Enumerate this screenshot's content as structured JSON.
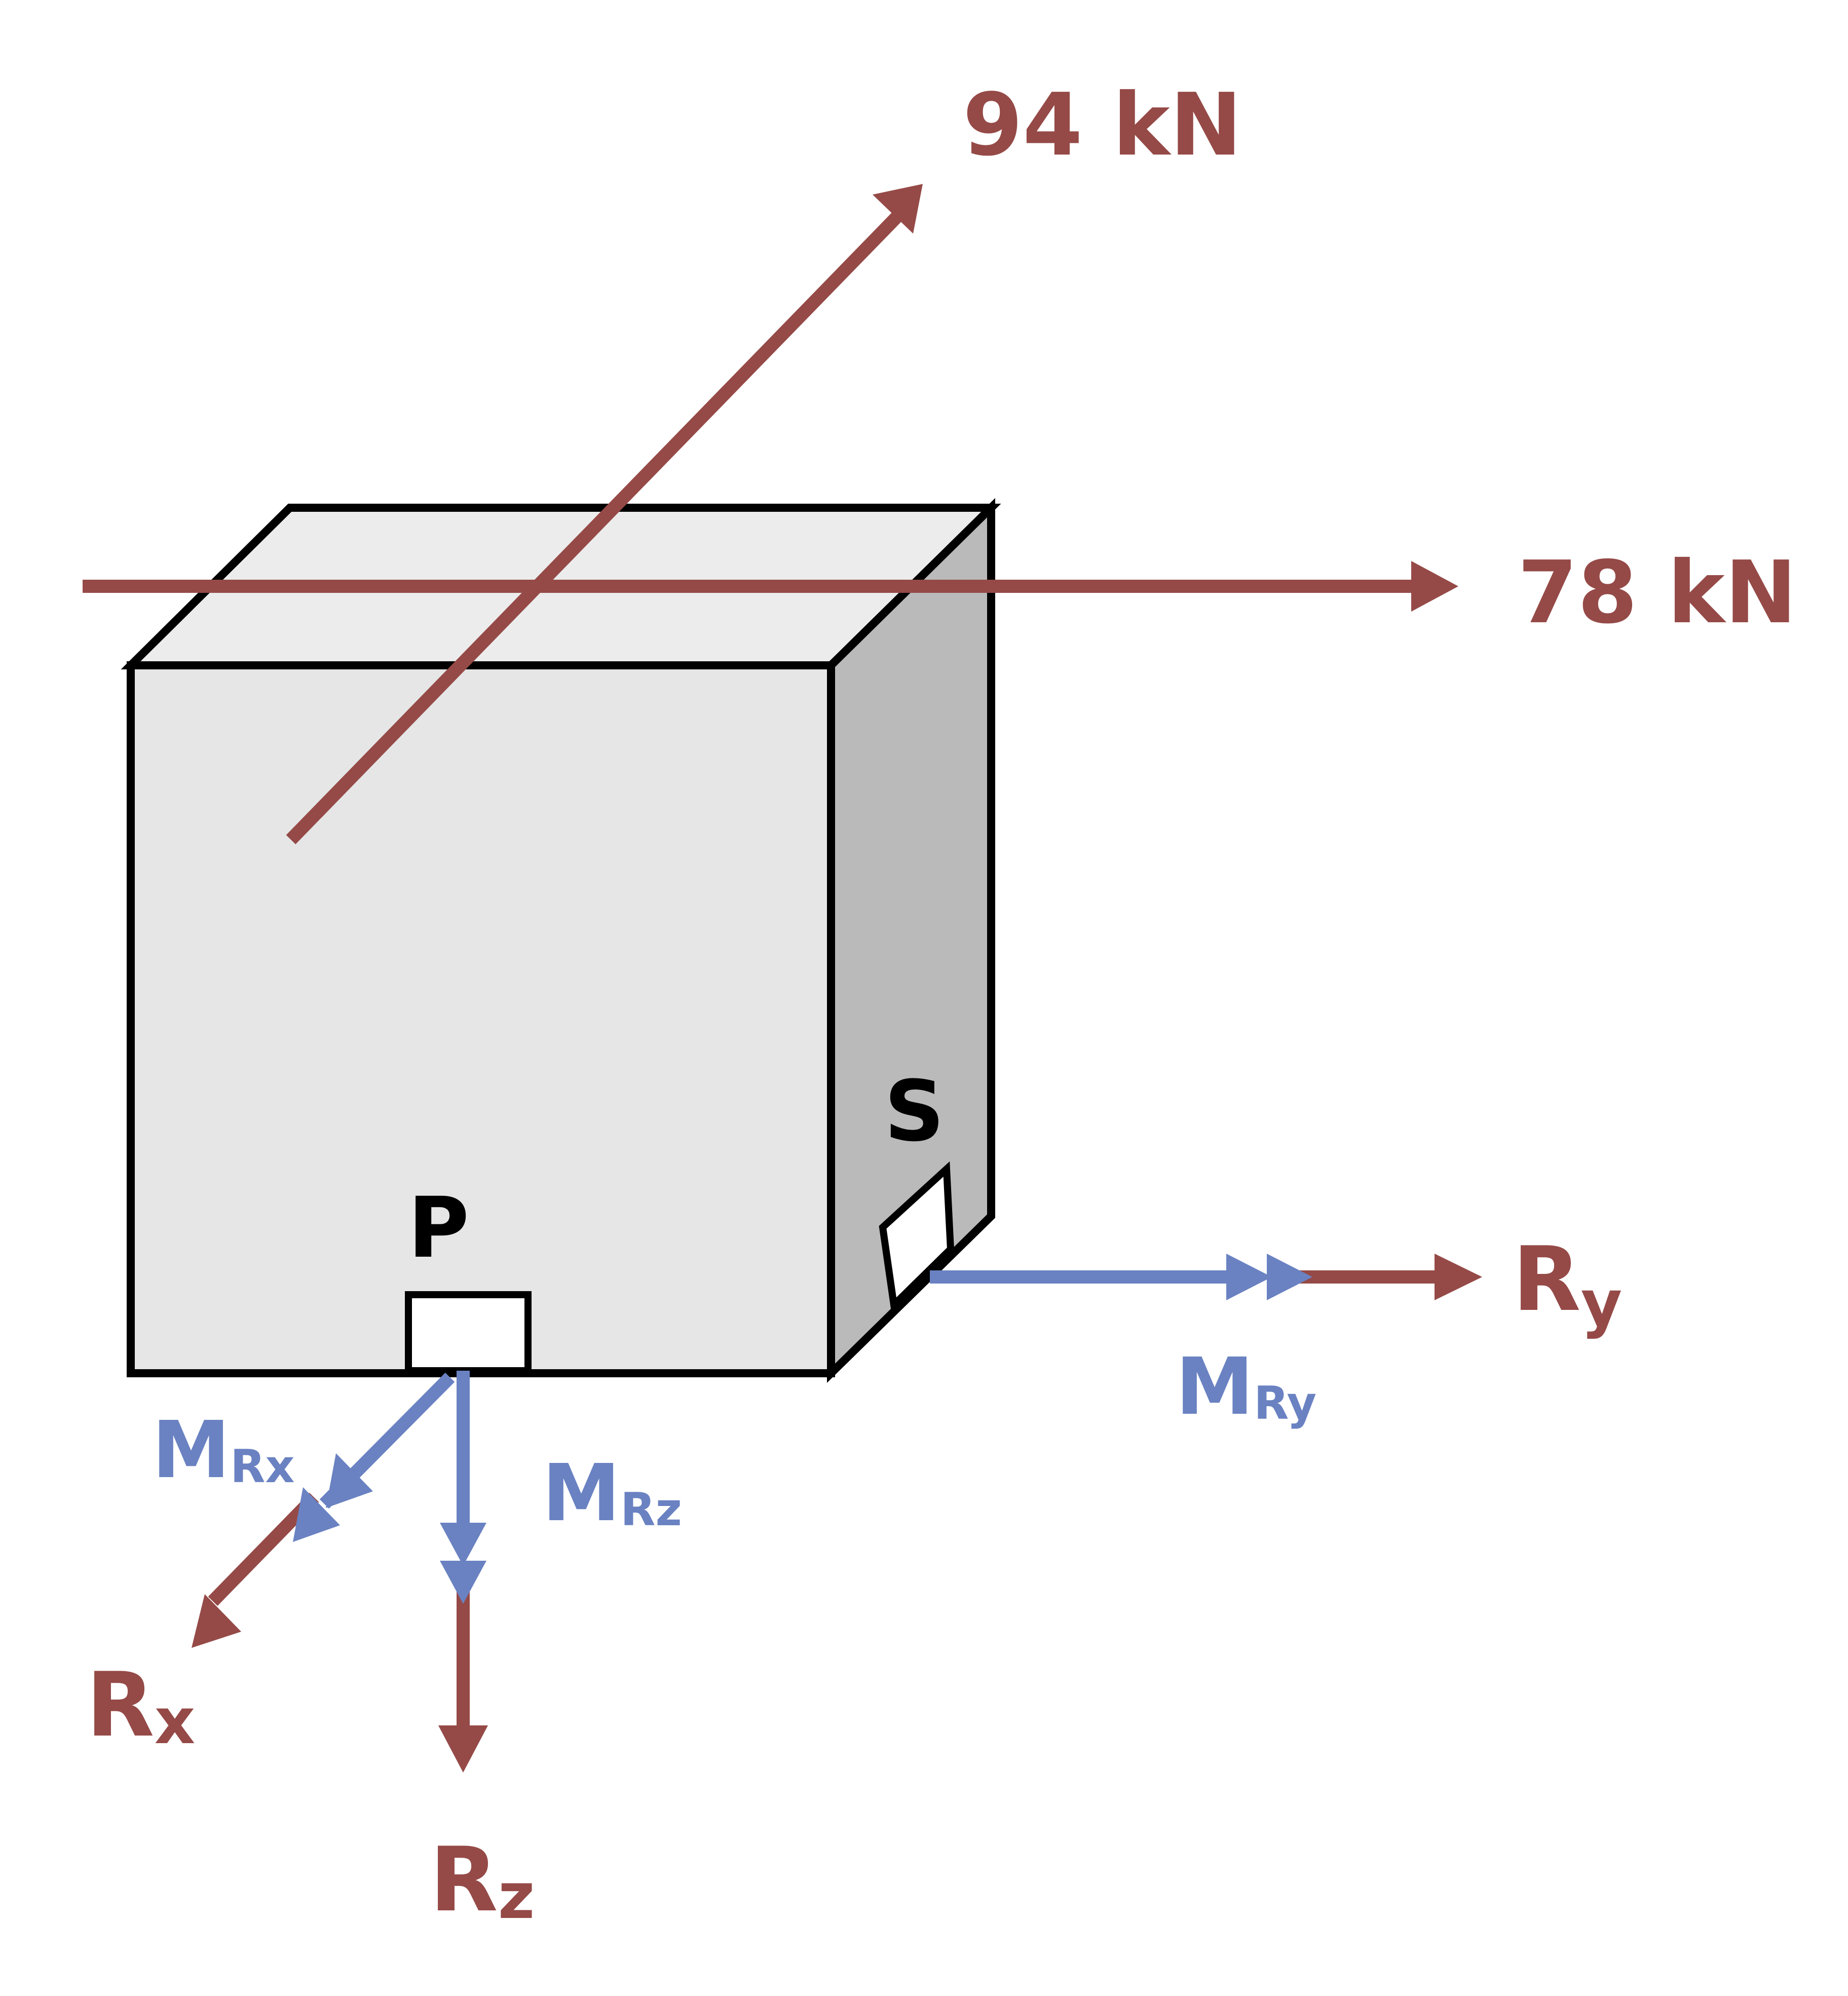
{
  "colors": {
    "force": "#954a47",
    "moment": "#6a82c2",
    "outline": "#000000",
    "front_face": "#e6e6e6",
    "top_face": "#ececec",
    "side_face": "#bababa",
    "support": "#ffffff"
  },
  "applied_forces": [
    {
      "label": "94 kN"
    },
    {
      "label": "78 kN"
    }
  ],
  "points": {
    "p": "P",
    "s": "S"
  },
  "reactions": {
    "rx": {
      "main": "R",
      "sub": "x"
    },
    "ry": {
      "main": "R",
      "sub": "y"
    },
    "rz": {
      "main": "R",
      "sub": "z"
    },
    "mrx": {
      "main": "M",
      "sub": "Rx"
    },
    "mry": {
      "main": "M",
      "sub": "Ry"
    },
    "mrz": {
      "main": "M",
      "sub": "Rz"
    }
  }
}
